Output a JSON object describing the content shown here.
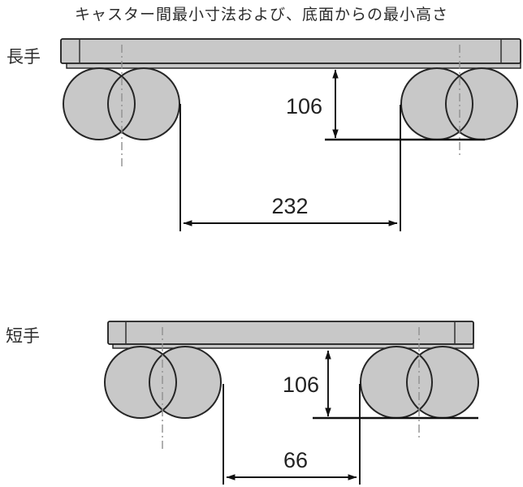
{
  "title": "キャスター間最小寸法および、底面からの最小高さ",
  "diagrams": [
    {
      "id": "long-side",
      "side_label": "長手",
      "height_value": "106",
      "span_value": "232"
    },
    {
      "id": "short-side",
      "side_label": "短手",
      "height_value": "106",
      "span_value": "66"
    }
  ],
  "colors": {
    "fill_gray": "#c8c8c8",
    "line_dark": "#1c1c1c",
    "centerline_gray": "#8f8f8f",
    "text": "#2b2b2b"
  }
}
